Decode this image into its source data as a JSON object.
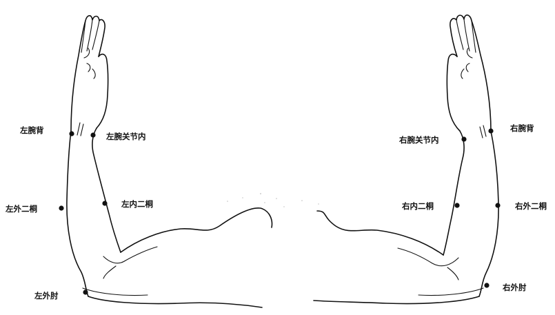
{
  "figure": {
    "left_arm": {
      "points": [
        {
          "id": "wan_bei",
          "label": "左腕背"
        },
        {
          "id": "wan_guanjie_nei",
          "label": "左腕关节内"
        },
        {
          "id": "wai_er_tong",
          "label": "左外二桐"
        },
        {
          "id": "nei_er_tong",
          "label": "左内二桐"
        },
        {
          "id": "wai_zhou",
          "label": "左外肘"
        }
      ]
    },
    "right_arm": {
      "points": [
        {
          "id": "wan_bei",
          "label": "右腕背"
        },
        {
          "id": "wan_guanjie_nei",
          "label": "右腕关节内"
        },
        {
          "id": "nei_er_tong",
          "label": "右内二桐"
        },
        {
          "id": "wai_er_tong",
          "label": "右外二桐"
        },
        {
          "id": "wai_zhou",
          "label": "右外肘"
        }
      ]
    },
    "colors": {
      "line": "#111111",
      "background": "#ffffff"
    }
  }
}
